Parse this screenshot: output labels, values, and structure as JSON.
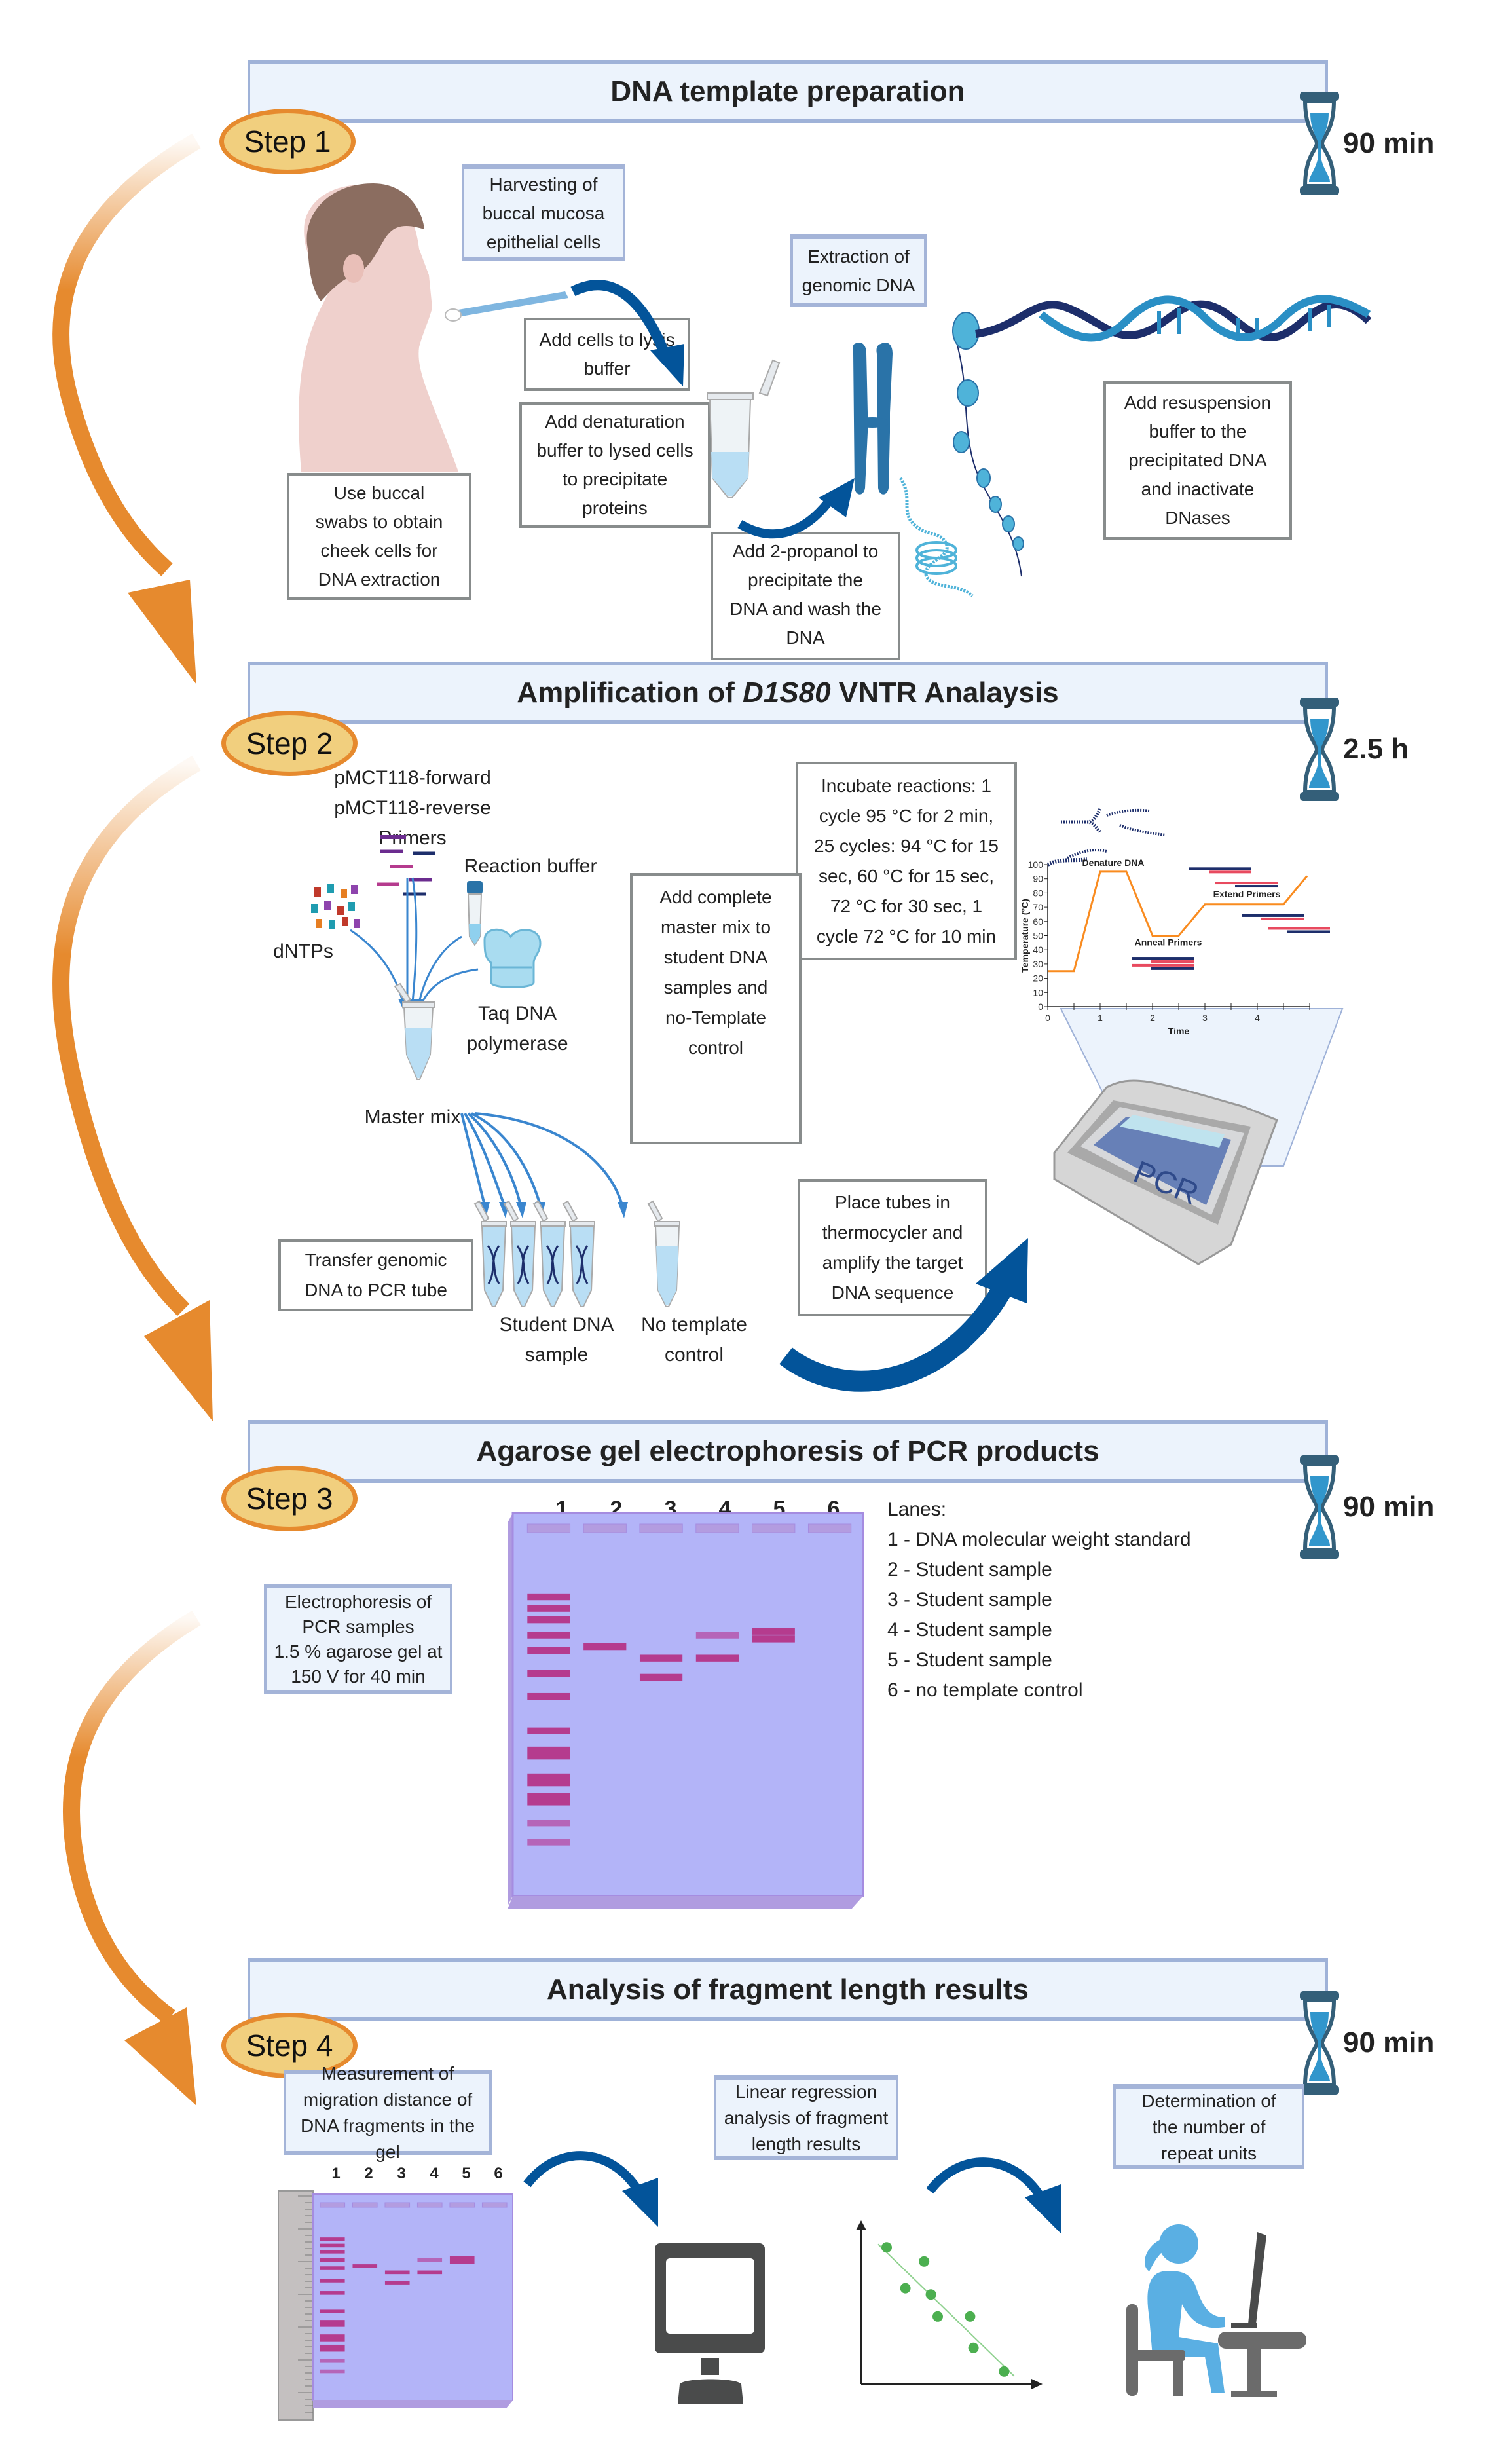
{
  "steps": [
    {
      "badge": "Step 1",
      "title": "DNA template preparation",
      "duration": "90 min",
      "boxes": {
        "harvest": "Harvesting of\nbuccal mucosa\nepithelial cells",
        "swab": "Use buccal\nswabs to obtain\ncheek cells for\nDNA extraction",
        "lysis": "Add cells to lysis\nbuffer",
        "denature": "Add denaturation\nbuffer to lysed cells\nto precipitate\nproteins",
        "extraction": "Extraction of\ngenomic DNA",
        "propanol": "Add 2-propanol to\nprecipitate the\nDNA and wash the\nDNA",
        "resuspend": "Add resuspension\nbuffer to the\nprecipitated DNA\nand inactivate\nDNases"
      }
    },
    {
      "badge": "Step 2",
      "title_pre": "Amplification of ",
      "title_italic": "D1S80",
      "title_post": " VNTR Analaysis",
      "duration": "2.5 h",
      "labels": {
        "primers": "pMCT118-forward\npMCT118-reverse\nPrimers",
        "reaction_buffer": "Reaction buffer",
        "dntps": "dNTPs",
        "taq": "Taq DNA\npolymerase",
        "master_mix": "Master mix",
        "student_dna": "Student DNA\nsample",
        "no_template": "No template\ncontrol"
      },
      "boxes": {
        "incubate": "Incubate reactions: 1\ncycle 95 °C for 2 min,\n25 cycles: 94 °C for 15\nsec, 60 °C for 15 sec,\n72 °C for 30 sec, 1\ncycle 72 °C for 10 min",
        "add_master": "Add complete\nmaster mix to\nstudent DNA\nsamples and\nno-Template\ncontrol",
        "transfer": "Transfer genomic\nDNA to PCR tube",
        "thermocycler": "Place tubes in\nthermocycler and\namplify the target\nDNA sequence"
      },
      "device_label": "PCR"
    },
    {
      "badge": "Step 3",
      "title": "Agarose gel electrophoresis of PCR products",
      "duration": "90 min",
      "boxes": {
        "electrophoresis": "Electrophoresis of\nPCR samples\n1.5 % agarose gel at\n150 V for 40 min"
      },
      "lane_numbers": [
        "1",
        "2",
        "3",
        "4",
        "5",
        "6"
      ],
      "legend_title": "Lanes:",
      "legend": [
        "1 - DNA molecular weight standard",
        "2 - Student sample",
        "3 - Student sample",
        "4 - Student sample",
        "5 - Student sample",
        "6 - no template control"
      ]
    },
    {
      "badge": "Step 4",
      "title": "Analysis of fragment length results",
      "duration": "90 min",
      "boxes": {
        "measurement": "Measurement of\nmigration distance of\nDNA fragments in the gel",
        "regression": "Linear regression\nanalysis of fragment\nlength results",
        "determination": "Determination of\nthe number of\nrepeat units"
      },
      "lane_numbers": [
        "1",
        "2",
        "3",
        "4",
        "5",
        "6"
      ]
    }
  ],
  "colors": {
    "banner_bg": "#ecf3fc",
    "banner_border": "#9fb2d8",
    "step_fill": "#f1cf7e",
    "step_border": "#e68a2e",
    "flow_arrow": "#e68a2e",
    "blue_arrow": "#03549a",
    "hourglass_frame": "#345f79",
    "hourglass_sand": "#3196cc",
    "gel": "#b3b4f8",
    "band": "#b53b8e",
    "pcr_line": "#f98b1f",
    "scatter_point": "#4caf50"
  },
  "chart_data": [
    {
      "type": "line",
      "title": "PCR thermal cycle",
      "xlabel": "Time",
      "ylabel": "Temperature (°C)",
      "xlim": [
        0,
        5
      ],
      "ylim": [
        0,
        100
      ],
      "x_ticks": [
        "0",
        "1",
        "2",
        "3",
        "4"
      ],
      "y_ticks": [
        "0",
        "10",
        "20",
        "30",
        "40",
        "50",
        "60",
        "70",
        "80",
        "90",
        "100"
      ],
      "series": [
        {
          "name": "Temperature",
          "x": [
            0,
            0.5,
            1.0,
            1.5,
            2.0,
            2.5,
            3.0,
            4.5,
            4.95
          ],
          "y": [
            25,
            25,
            95,
            95,
            50,
            50,
            72,
            72,
            92
          ]
        }
      ],
      "annotations": [
        "Denature DNA",
        "Anneal Primers",
        "Extend Primers"
      ]
    },
    {
      "type": "heatmap",
      "title": "Agarose gel (Step 3)",
      "lanes": [
        {
          "lane": "1",
          "bands_relative_migration": [
            0.21,
            0.24,
            0.27,
            0.31,
            0.35,
            0.41,
            0.47,
            0.56,
            0.61,
            0.68,
            0.73,
            0.8,
            0.85
          ]
        },
        {
          "lane": "2",
          "bands_relative_migration": [
            0.34
          ]
        },
        {
          "lane": "3",
          "bands_relative_migration": [
            0.37,
            0.42
          ]
        },
        {
          "lane": "4",
          "bands_relative_migration": [
            0.31,
            0.37
          ]
        },
        {
          "lane": "5",
          "bands_relative_migration": [
            0.3,
            0.32
          ]
        },
        {
          "lane": "6",
          "bands_relative_migration": []
        }
      ]
    },
    {
      "type": "scatter",
      "title": "Linear regression",
      "xlabel": "",
      "ylabel": "",
      "xlim": [
        0,
        10
      ],
      "ylim": [
        0,
        10
      ],
      "x": [
        1.5,
        3.7,
        2.6,
        4.1,
        4.5,
        6.4,
        6.6,
        8.4
      ],
      "y": [
        8.7,
        7.8,
        6.1,
        5.7,
        4.3,
        4.3,
        2.3,
        0.8
      ],
      "fit_line": {
        "x": [
          1.0,
          9.0
        ],
        "y": [
          8.9,
          0.5
        ]
      }
    }
  ]
}
